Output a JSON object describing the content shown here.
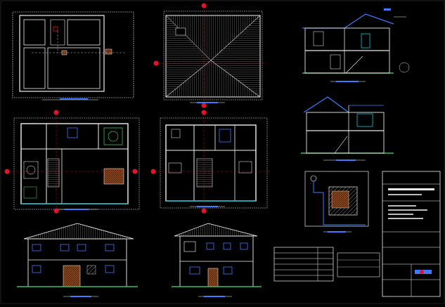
{
  "sheet": {
    "background": "#000000",
    "line_white": "#e8e8e8",
    "line_blue": "#3a7bff",
    "line_cyan": "#00c8d8",
    "line_green": "#38c060",
    "marker_red": "#e8102a"
  },
  "views": [
    {
      "id": "site-plan",
      "kind": "plan"
    },
    {
      "id": "roof-plan",
      "kind": "plan"
    },
    {
      "id": "section-a",
      "kind": "section"
    },
    {
      "id": "section-b",
      "kind": "section"
    },
    {
      "id": "ground-floor-plan",
      "kind": "plan"
    },
    {
      "id": "upper-floor-plan",
      "kind": "plan"
    },
    {
      "id": "location-plan",
      "kind": "plan"
    },
    {
      "id": "front-elevation",
      "kind": "elevation"
    },
    {
      "id": "side-elevation",
      "kind": "elevation"
    }
  ],
  "area_table": {
    "rows": 5,
    "header_text": "",
    "cells_text": []
  },
  "title_block": {
    "fields_text": []
  }
}
